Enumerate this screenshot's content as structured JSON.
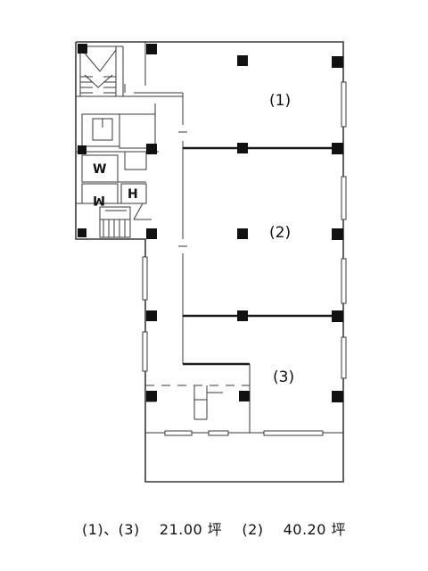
{
  "floor_plan": {
    "rooms": [
      {
        "id": "room-1",
        "label": "(1)"
      },
      {
        "id": "room-2",
        "label": "(2)"
      },
      {
        "id": "room-3",
        "label": "(3)"
      }
    ],
    "restrooms": {
      "women": "W",
      "men": "M",
      "service": "H"
    },
    "icons": [
      "stairs-icon",
      "elevator-icon",
      "structural-column",
      "window"
    ],
    "area_caption": "(1)、(3)　 21.00 坪　 (2)　 40.20 坪"
  }
}
